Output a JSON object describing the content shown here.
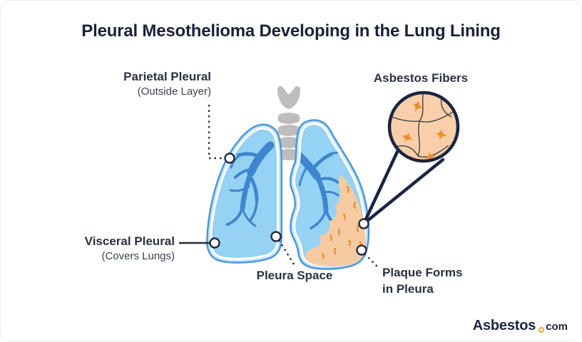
{
  "title": "Pleural Mesothelioma Developing in the Lung Lining",
  "diagram": {
    "parietal_label": "Parietal Pleural",
    "parietal_sub": "(Outside Layer)",
    "asbestos_label": "Asbestos Fibers",
    "visceral_label": "Visceral Pleural",
    "visceral_sub": "(Covers Lungs)",
    "pleura_space_label": "Pleura Space",
    "plaque_label_line1": "Plaque Forms",
    "plaque_label_line2": "in Pleura"
  },
  "logo": {
    "brand": "Asbestos",
    "tld": "com"
  },
  "colors": {
    "title_text": "#1a2238",
    "label_text": "#2a3140",
    "lung_outline": "#4d96d9",
    "lung_outer_band": "#c6e6fa",
    "pleura_space_white": "#ffffff",
    "lung_body": "#96d2f3",
    "bronchi": "#3e86ce",
    "trachea": "#bdbdbd",
    "plaque": "#f7cba2",
    "magnifier_fill": "#f8cfaa",
    "fiber_orange": "#ef8e2e",
    "callout_line": "#252b3b",
    "magnifier_ring": "#1b2540",
    "logo_dot": "#f5a623"
  }
}
